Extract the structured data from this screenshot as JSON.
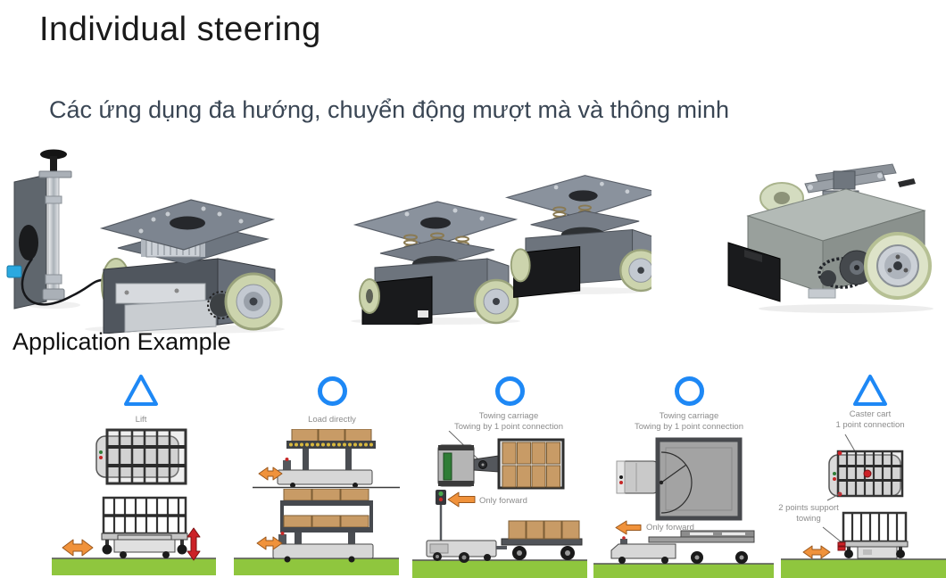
{
  "page": {
    "title": "Individual steering",
    "subtitle": "Các ứng dụng đa hướng, chuyển động mượt mà và thông minh",
    "section_heading": "Application Example"
  },
  "columns": [
    {
      "symbol": "triangle",
      "label": "Lift"
    },
    {
      "symbol": "circle",
      "label": "Load directly"
    },
    {
      "symbol": "circle",
      "label_line1": "Towing  carriage",
      "label_line2": "Towing by 1 point connection",
      "note": "Only forward"
    },
    {
      "symbol": "circle",
      "label_line1": "Towing  carriage",
      "label_line2": "Towing by 1 point connection",
      "note": "Only forward"
    },
    {
      "symbol": "triangle",
      "label_line1": "Caster cart",
      "label_line2": "1 point connection",
      "note": "2 points support towing"
    }
  ],
  "colors": {
    "symbol_blue": "#1E88F5",
    "subtitle_text": "#3A4654",
    "arrow_orange": "#F0923B",
    "arrow_red": "#CC2127",
    "ground_green": "#8FC63E",
    "diagram_label_gray": "#8C8C8C"
  }
}
